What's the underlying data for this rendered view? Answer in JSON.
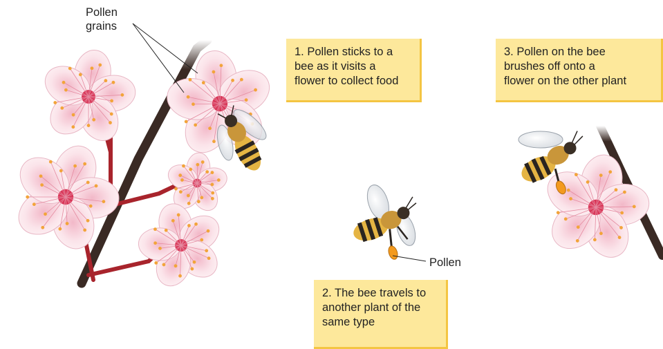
{
  "labels": {
    "pollen_grains": [
      "Pollen",
      "grains"
    ],
    "pollen": "Pollen"
  },
  "steps": [
    {
      "lines": [
        "1. Pollen sticks to a",
        "bee as it visits a",
        "flower to collect food"
      ]
    },
    {
      "lines": [
        "2. The bee travels to",
        "another plant of the",
        "same type"
      ]
    },
    {
      "lines": [
        "3. Pollen on the bee",
        "brushes off onto a",
        "flower on the other plant"
      ]
    }
  ],
  "colors": {
    "callout_fill": "#fde89b",
    "callout_edge": "#f4c542",
    "petal": "#f9dbe3",
    "petal_center": "#d9395a",
    "stem": "#3a2a24",
    "stalk": "#a8242c",
    "anther": "#f2a43a",
    "bee_yellow": "#e5b443",
    "bee_black": "#2a2420",
    "pollen_sac": "#f39a1e"
  }
}
